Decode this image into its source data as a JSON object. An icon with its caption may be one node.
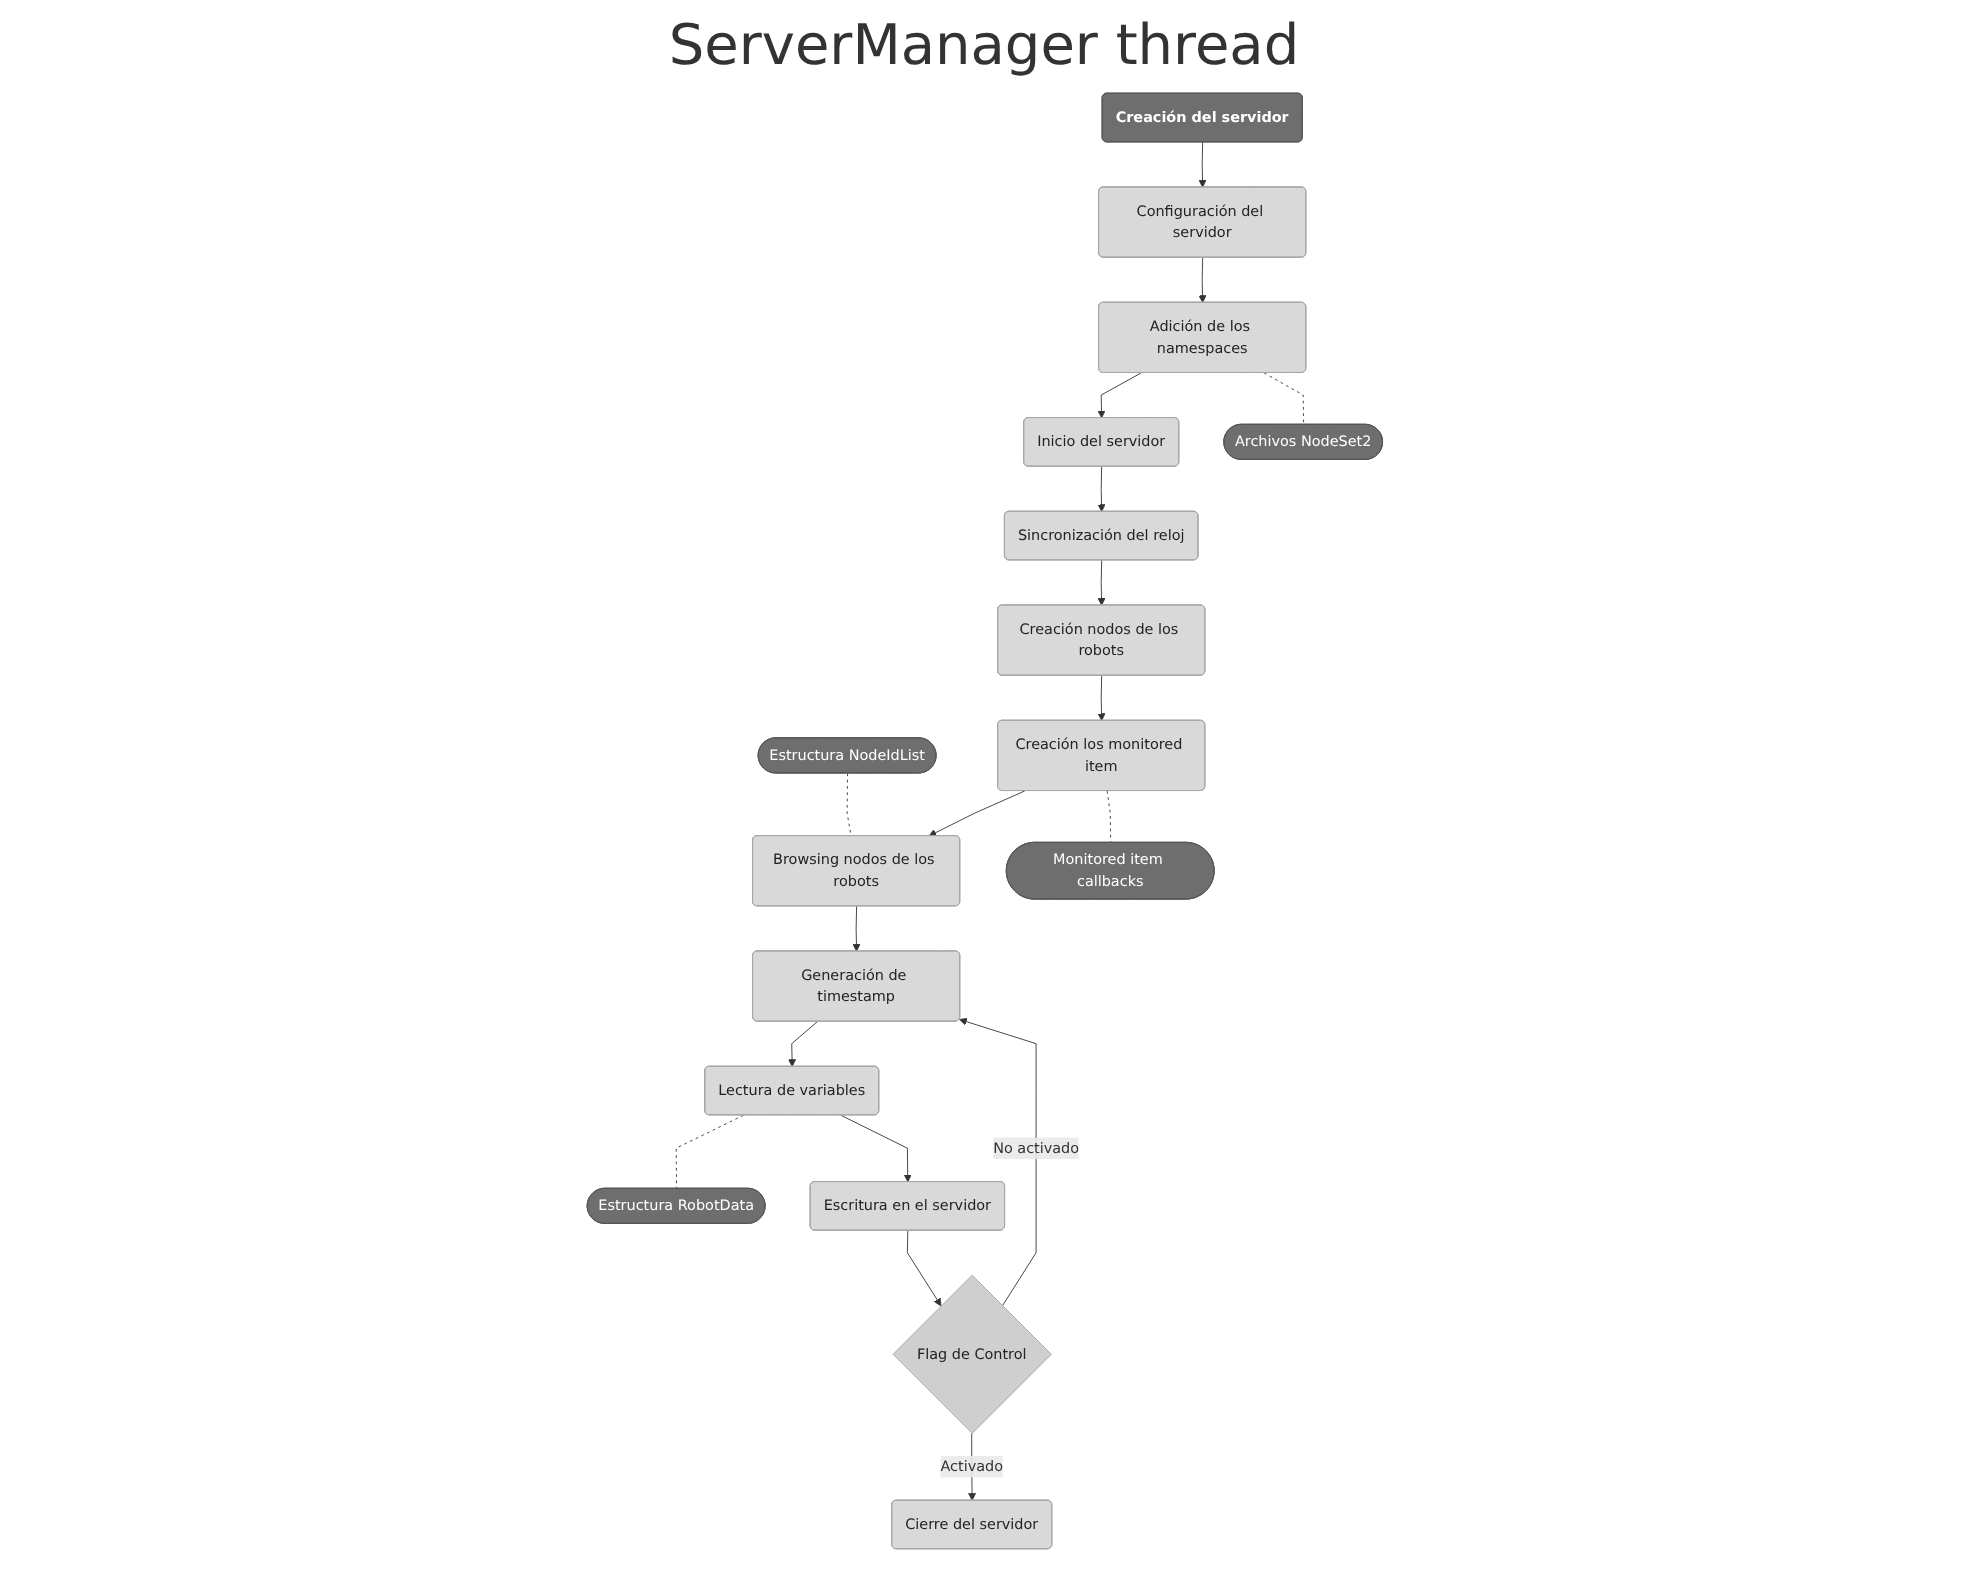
{
  "diagram": {
    "title": "ServerManager thread",
    "nodes": [
      {
        "text": [
          "Creación del servidor"
        ]
      },
      {
        "text": [
          "Configuración del servidor"
        ]
      },
      {
        "text": [
          "Adición de los namespaces"
        ]
      },
      {
        "text": [
          "Inicio del servidor"
        ]
      },
      {
        "text": [
          "Archivos NodeSet2"
        ]
      },
      {
        "text": [
          "Estructura NodeIdList"
        ]
      },
      {
        "text": [
          "Sincronización del reloj"
        ]
      },
      {
        "text": [
          "Generación de timestamp"
        ]
      },
      {
        "text": [
          "Browsing nodos de los robots"
        ]
      },
      {
        "text": [
          "Creación los monitored item"
        ]
      },
      {
        "text": [
          "Creación nodos de los robots"
        ]
      },
      {
        "text": [
          "Monitored item callbacks"
        ]
      },
      {
        "text": [
          "Lectura de variables"
        ]
      },
      {
        "text": [
          "Estructura RobotData"
        ]
      },
      {
        "text": [
          "Escritura en el servidor"
        ]
      },
      {
        "text": [
          "Flag de Control"
        ]
      },
      {
        "text": [
          "Cierre del servidor"
        ]
      }
    ],
    "edges": [
      {
        "from": 0,
        "to": 1,
        "arrow": "to"
      },
      {
        "from": 1,
        "to": 2,
        "arrow": "to"
      },
      {
        "from": 2,
        "to": 3,
        "arrow": "to"
      },
      {
        "from": 2,
        "to": 4,
        "arrow": "none",
        "style": "dashed"
      },
      {
        "from": 3,
        "to": 6,
        "arrow": "to"
      },
      {
        "from": 6,
        "to": 10,
        "arrow": "to"
      },
      {
        "from": 10,
        "to": 9,
        "arrow": "to"
      },
      {
        "from": 9,
        "to": 8,
        "arrow": "to"
      },
      {
        "from": 8,
        "to": 7,
        "arrow": "to"
      },
      {
        "from": 5,
        "to": 8,
        "arrow": "none",
        "style": "dashed"
      },
      {
        "from": 9,
        "to": 11,
        "arrow": "none",
        "style": "dashed"
      },
      {
        "from": 7,
        "to": 12,
        "arrow": "to"
      },
      {
        "from": 12,
        "to": 13,
        "arrow": "none",
        "style": "dashed"
      },
      {
        "from": 12,
        "to": 14,
        "arrow": "to"
      },
      {
        "from": 14,
        "to": 15,
        "arrow": "to"
      },
      {
        "from": 15,
        "to": 16,
        "label": "Activado",
        "arrow": "to"
      },
      {
        "from": 15,
        "to": 7,
        "label": "No activado",
        "arrow": "to"
      }
    ]
  }
}
